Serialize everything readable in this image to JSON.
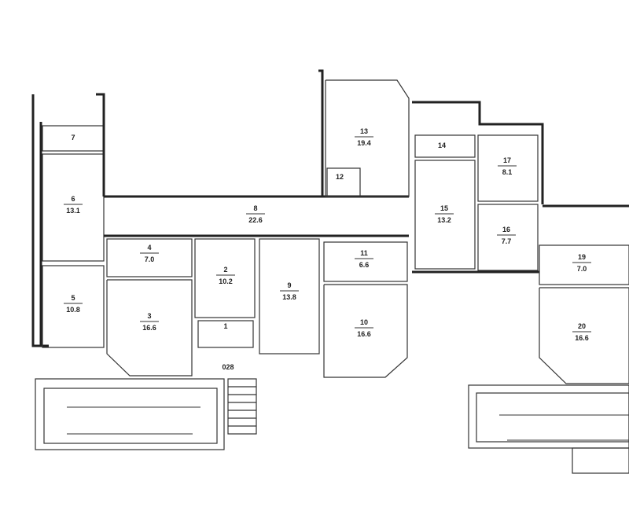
{
  "rooms": [
    {
      "num": "1",
      "area": ""
    },
    {
      "num": "2",
      "area": "10.2"
    },
    {
      "num": "3",
      "area": "16.6"
    },
    {
      "num": "4",
      "area": "7.0"
    },
    {
      "num": "5",
      "area": "10.8"
    },
    {
      "num": "6",
      "area": "13.1"
    },
    {
      "num": "7",
      "area": ""
    },
    {
      "num": "8",
      "area": "22.6"
    },
    {
      "num": "9",
      "area": "13.8"
    },
    {
      "num": "10",
      "area": "16.6"
    },
    {
      "num": "11",
      "area": "6.6"
    },
    {
      "num": "12",
      "area": ""
    },
    {
      "num": "13",
      "area": "19.4"
    },
    {
      "num": "14",
      "area": ""
    },
    {
      "num": "15",
      "area": "13.2"
    },
    {
      "num": "16",
      "area": "7.7"
    },
    {
      "num": "17",
      "area": "8.1"
    },
    {
      "num": "19",
      "area": "7.0"
    },
    {
      "num": "20",
      "area": "16.6"
    }
  ],
  "stair_label": "028"
}
